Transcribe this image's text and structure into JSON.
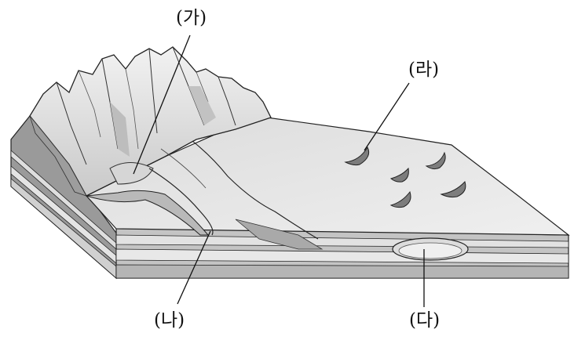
{
  "labels": {
    "ga": "(가)",
    "na": "(나)",
    "da": "(다)",
    "ra": "(라)"
  },
  "colors": {
    "snow": "#e9e9e9",
    "rock_shadow": "#9c9c9c",
    "strata_light": "#d4d4d4",
    "strata_dark": "#8a8a8a",
    "outline": "#222222"
  }
}
